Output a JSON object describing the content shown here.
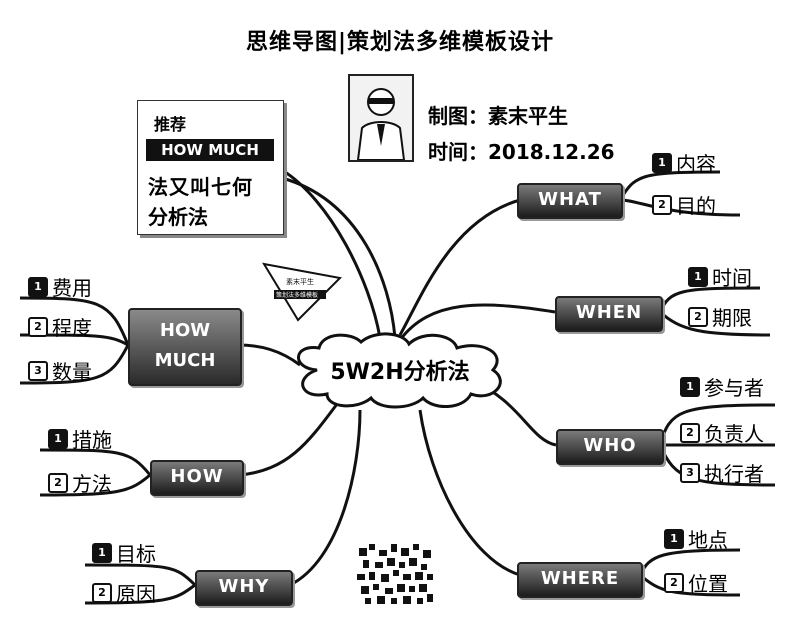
{
  "title": "思维导图|策划法多维模板设计",
  "author": {
    "label": "制图：",
    "name": "素末平生"
  },
  "date": {
    "label": "时间：",
    "value": "2018.12.26"
  },
  "note": {
    "line1": "推荐",
    "line2": "HOW MUCH",
    "line3": "法又叫七何",
    "line4": "分析法"
  },
  "logo": {
    "top_text": "素末平生",
    "bottom_text": "策划法多维模板"
  },
  "center": {
    "label": "5W2H分析法"
  },
  "branches": {
    "what": {
      "label": "WHAT",
      "items": [
        {
          "num": "1",
          "text": "内容"
        },
        {
          "num": "2",
          "text": "目的"
        }
      ]
    },
    "when": {
      "label": "WHEN",
      "items": [
        {
          "num": "1",
          "text": "时间"
        },
        {
          "num": "2",
          "text": "期限"
        }
      ]
    },
    "who": {
      "label": "WHO",
      "items": [
        {
          "num": "1",
          "text": "参与者"
        },
        {
          "num": "2",
          "text": "负责人"
        },
        {
          "num": "3",
          "text": "执行者"
        }
      ]
    },
    "where": {
      "label": "WHERE",
      "items": [
        {
          "num": "1",
          "text": "地点"
        },
        {
          "num": "2",
          "text": "位置"
        }
      ]
    },
    "how_much": {
      "label_line1": "HOW",
      "label_line2": "MUCH",
      "items": [
        {
          "num": "1",
          "text": "费用"
        },
        {
          "num": "2",
          "text": "程度"
        },
        {
          "num": "3",
          "text": "数量"
        }
      ]
    },
    "how": {
      "label": "HOW",
      "items": [
        {
          "num": "1",
          "text": "措施"
        },
        {
          "num": "2",
          "text": "方法"
        }
      ]
    },
    "why": {
      "label": "WHY",
      "items": [
        {
          "num": "1",
          "text": "目标"
        },
        {
          "num": "2",
          "text": "原因"
        }
      ]
    }
  }
}
